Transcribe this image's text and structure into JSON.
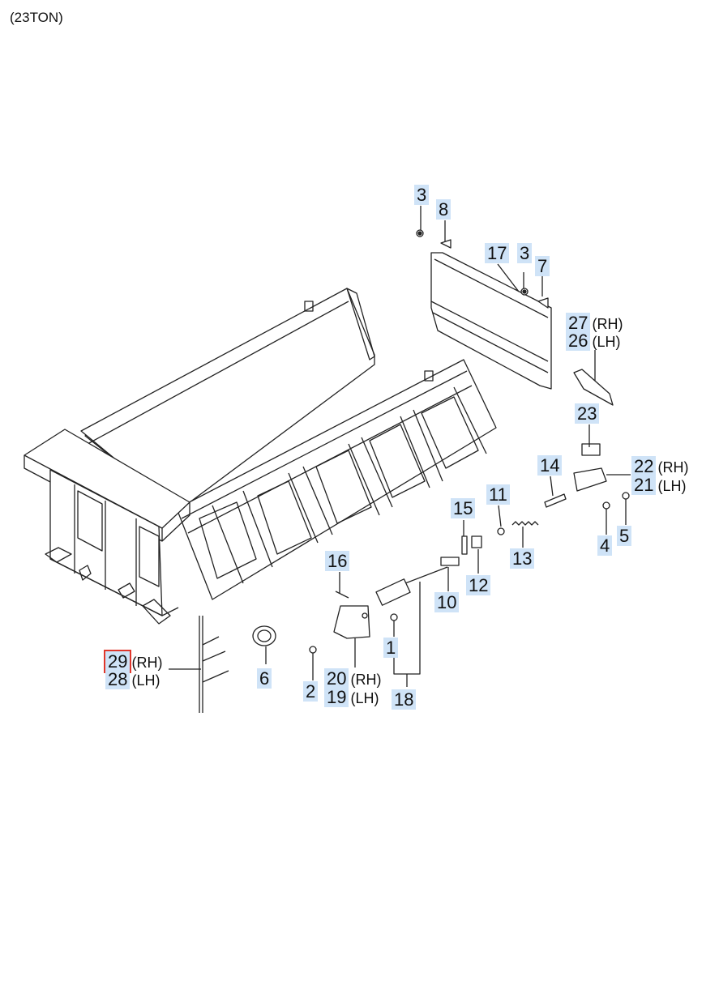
{
  "header": {
    "title": "(23TON)"
  },
  "colors": {
    "label_bg": "#cfe3f7",
    "highlight": "#e0362b",
    "line": "#222222"
  },
  "callouts": [
    {
      "id": "c3a",
      "num": "3",
      "side": ""
    },
    {
      "id": "c8",
      "num": "8",
      "side": ""
    },
    {
      "id": "c17",
      "num": "17",
      "side": ""
    },
    {
      "id": "c3b",
      "num": "3",
      "side": ""
    },
    {
      "id": "c7",
      "num": "7",
      "side": ""
    },
    {
      "id": "c27",
      "num": "27",
      "side": "(RH)"
    },
    {
      "id": "c26",
      "num": "26",
      "side": "(LH)"
    },
    {
      "id": "c23",
      "num": "23",
      "side": ""
    },
    {
      "id": "c14",
      "num": "14",
      "side": ""
    },
    {
      "id": "c22",
      "num": "22",
      "side": "(RH)"
    },
    {
      "id": "c21",
      "num": "21",
      "side": "(LH)"
    },
    {
      "id": "c11",
      "num": "11",
      "side": ""
    },
    {
      "id": "c15",
      "num": "15",
      "side": ""
    },
    {
      "id": "c13",
      "num": "13",
      "side": ""
    },
    {
      "id": "c4",
      "num": "4",
      "side": ""
    },
    {
      "id": "c5",
      "num": "5",
      "side": ""
    },
    {
      "id": "c16",
      "num": "16",
      "side": ""
    },
    {
      "id": "c12",
      "num": "12",
      "side": ""
    },
    {
      "id": "c10",
      "num": "10",
      "side": ""
    },
    {
      "id": "c1",
      "num": "1",
      "side": ""
    },
    {
      "id": "c6",
      "num": "6",
      "side": ""
    },
    {
      "id": "c2",
      "num": "2",
      "side": ""
    },
    {
      "id": "c20",
      "num": "20",
      "side": "(RH)"
    },
    {
      "id": "c19",
      "num": "19",
      "side": "(LH)"
    },
    {
      "id": "c18",
      "num": "18",
      "side": ""
    },
    {
      "id": "c29",
      "num": "29",
      "side": "(RH)"
    },
    {
      "id": "c28",
      "num": "28",
      "side": "(LH)"
    }
  ]
}
